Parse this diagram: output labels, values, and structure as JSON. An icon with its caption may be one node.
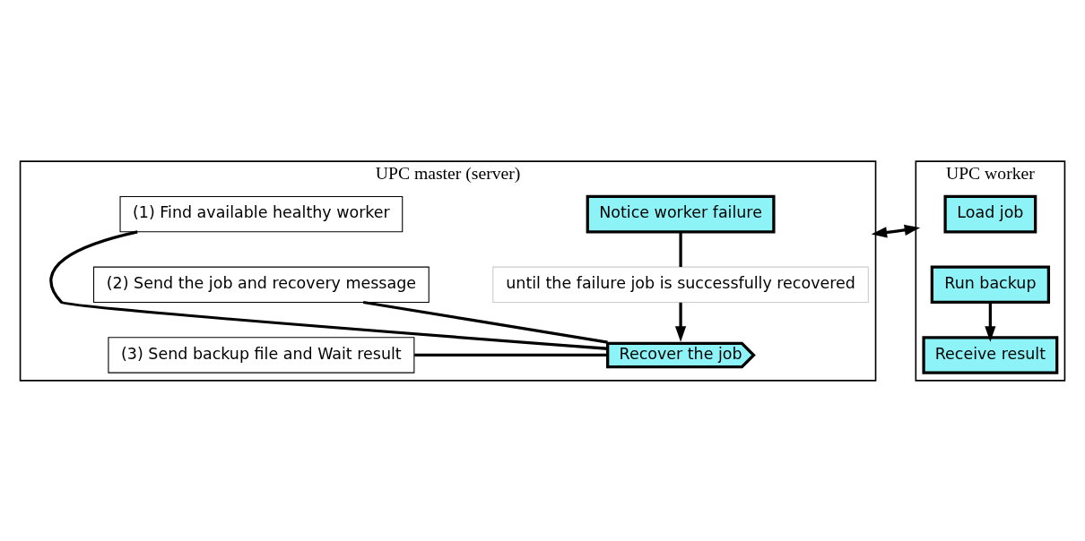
{
  "diagram": {
    "nodes": [
      {
        "text": [
          "UPC master (server)"
        ]
      },
      {
        "text": [
          "Notice worker failure"
        ],
        "in": 0
      },
      {
        "text": [
          "until the failure job is successfully recovered"
        ],
        "in": 0
      },
      {
        "text": [
          "Recover the job"
        ],
        "in": 0
      },
      {
        "text": [
          "(1) Find available healthy worker"
        ],
        "in": 0
      },
      {
        "text": [
          "(2) Send the job and recovery message"
        ],
        "in": 0
      },
      {
        "text": [
          "(3) Send backup file and Wait result"
        ],
        "in": 0
      },
      {
        "text": [
          "UPC worker"
        ]
      },
      {
        "text": [
          "Load job"
        ],
        "in": 7
      },
      {
        "text": [
          "Run backup"
        ],
        "in": 7
      },
      {
        "text": [
          "Receive result"
        ],
        "in": 7
      }
    ],
    "edges": [
      {
        "from": 1,
        "to": 2,
        "arrow": "none"
      },
      {
        "from": 2,
        "to": 3,
        "arrow": "to"
      },
      {
        "from": 3,
        "to": 4,
        "arrow": "none"
      },
      {
        "from": 3,
        "to": 5,
        "arrow": "none"
      },
      {
        "from": 3,
        "to": 6,
        "arrow": "none"
      },
      {
        "from": 0,
        "to": 7,
        "arrow": "both"
      },
      {
        "from": 9,
        "to": 10,
        "arrow": "to"
      }
    ]
  }
}
